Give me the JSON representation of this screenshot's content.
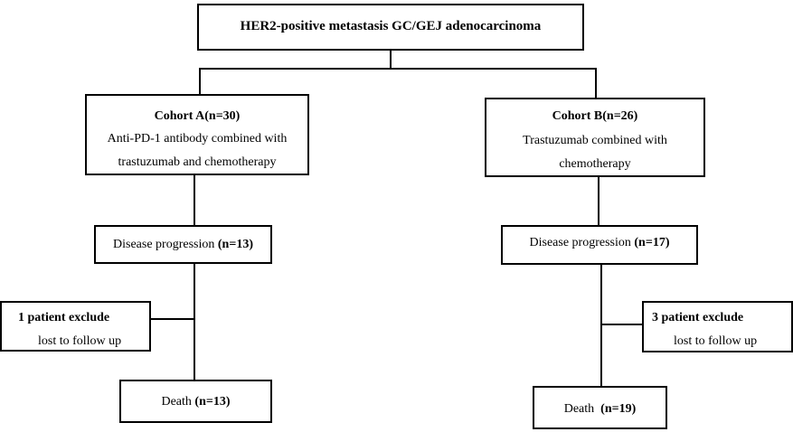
{
  "top": {
    "title": "HER2-positive metastasis GC/GEJ adenocarcinoma"
  },
  "cohort_a": {
    "title": "Cohort A(n=30)",
    "line1": "Anti-PD-1 antibody combined with",
    "line2": "trastuzumab and chemotherapy",
    "progression_label": "Disease progression ",
    "progression_count": "(n=13)",
    "exclude_title": "1 patient exclude",
    "exclude_reason": "lost to follow up",
    "death_label": "Death ",
    "death_count": "(n=13)"
  },
  "cohort_b": {
    "title": "Cohort B(n=26)",
    "line1": "Trastuzumab combined with",
    "line2": "chemotherapy",
    "progression_label": "Disease progression ",
    "progression_count": "(n=17)",
    "exclude_title": "3 patient exclude",
    "exclude_reason": "lost to follow up",
    "death_label": "Death  ",
    "death_count": "(n=19)"
  },
  "colors": {
    "stroke": "#000000",
    "background": "#ffffff"
  }
}
